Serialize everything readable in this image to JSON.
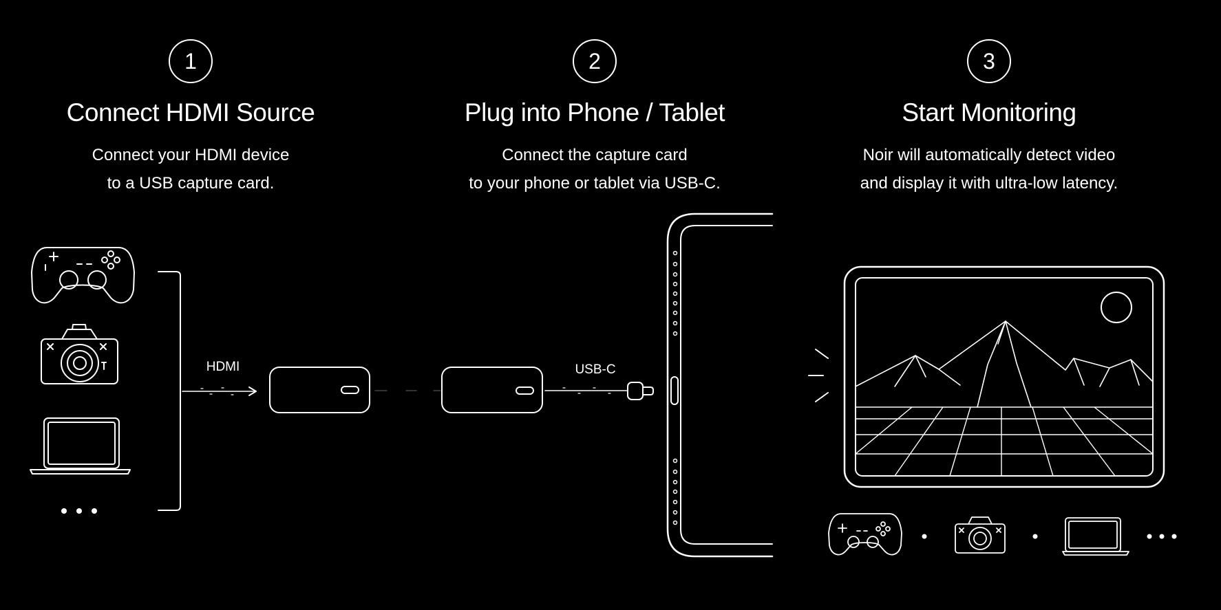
{
  "steps": [
    {
      "number": "1",
      "title": "Connect HDMI Source",
      "desc_line1": "Connect your HDMI device",
      "desc_line2": "to a USB capture card."
    },
    {
      "number": "2",
      "title": "Plug into Phone / Tablet",
      "desc_line1": "Connect the capture card",
      "desc_line2": "to your phone or tablet via USB-C."
    },
    {
      "number": "3",
      "title": "Start Monitoring",
      "desc_line1": "Noir will automatically detect video",
      "desc_line2": "and display it with ultra-low latency."
    }
  ],
  "labels": {
    "hdmi": "HDMI",
    "usbc": "USB-C"
  },
  "icons": {
    "sources": [
      "gamepad-icon",
      "camera-icon",
      "laptop-icon",
      "ellipsis-icon"
    ],
    "capture_card": "capture-card-icon",
    "tablet": "tablet-icon",
    "display": "tablet-display-icon"
  },
  "colors": {
    "background": "#000000",
    "foreground": "#ffffff"
  }
}
